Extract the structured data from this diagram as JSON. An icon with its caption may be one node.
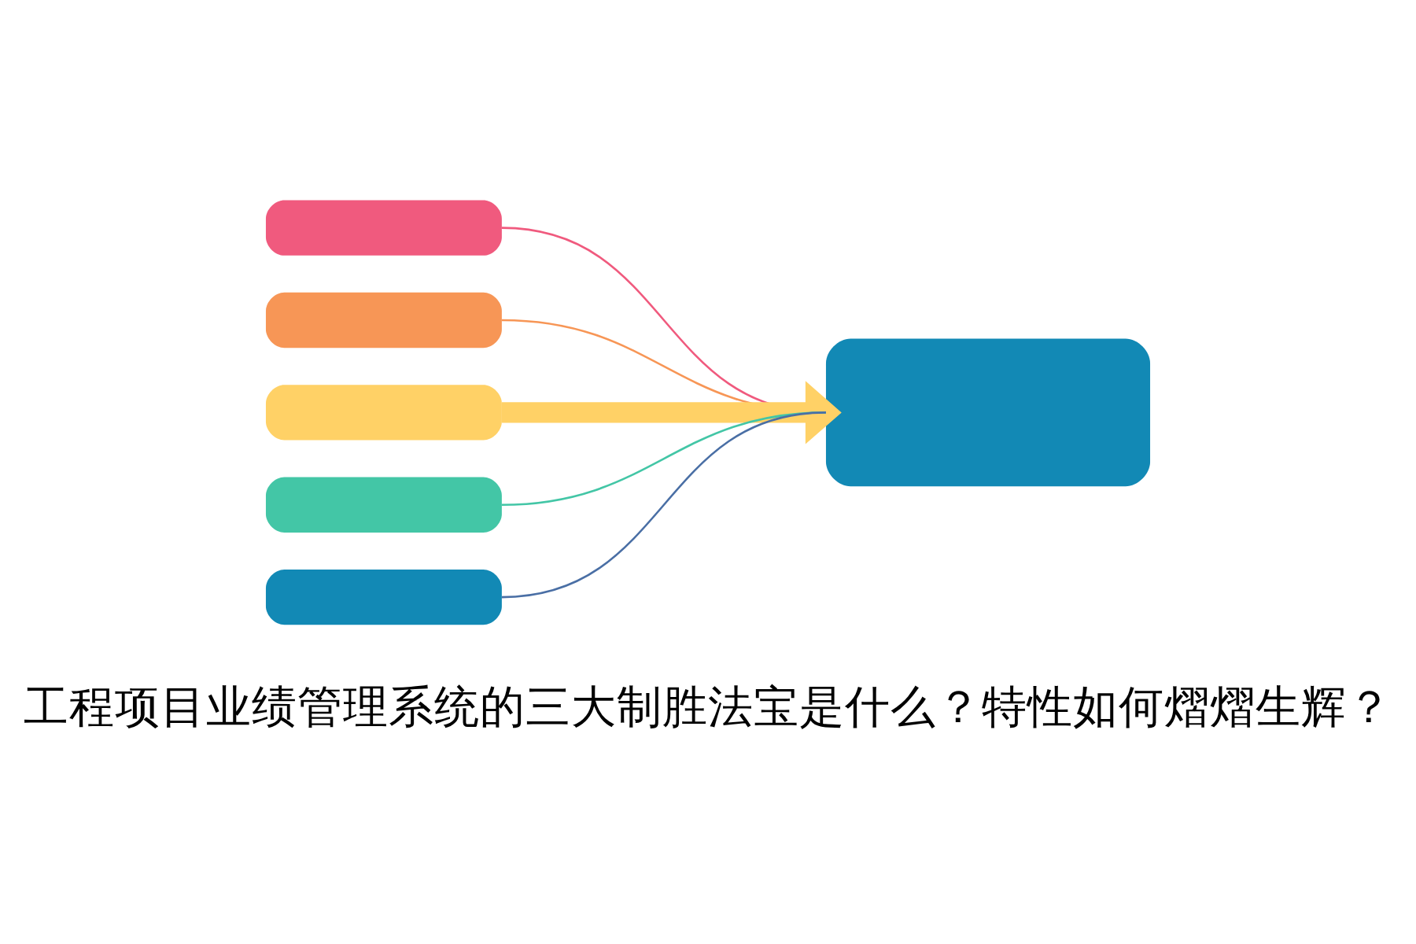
{
  "diagram": {
    "title": "工程项目业绩管理系统的三大制胜法宝是什么？特性如何熠熠生辉？",
    "nodes": [
      {
        "text": [],
        "shape": "box"
      },
      {
        "text": [],
        "shape": "box"
      },
      {
        "text": [],
        "shape": "box"
      },
      {
        "text": [],
        "shape": "box"
      },
      {
        "text": [],
        "shape": "box"
      },
      {
        "text": [],
        "shape": "box"
      }
    ],
    "edges": [
      {
        "from": 0,
        "to": 5,
        "arrow": "none",
        "color": "#f05a7e"
      },
      {
        "from": 1,
        "to": 5,
        "arrow": "none",
        "color": "#f79656"
      },
      {
        "from": 2,
        "to": 5,
        "arrow": "to",
        "style": "thick",
        "color": "#ffd166"
      },
      {
        "from": 3,
        "to": 5,
        "arrow": "none",
        "color": "#43c6a6"
      },
      {
        "from": 4,
        "to": 5,
        "arrow": "none",
        "color": "#4a6fa5"
      }
    ]
  }
}
